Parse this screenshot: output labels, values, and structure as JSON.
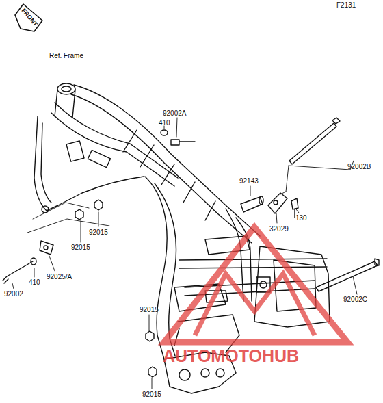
{
  "diagram": {
    "labels": [
      "F2131",
      "FRONT",
      "Ref. Frame",
      "92002A",
      "410",
      "92143",
      "92002B",
      "130",
      "32029",
      "92015",
      "92015",
      "92025/A",
      "92002",
      "410",
      "92002C",
      "92015",
      "92015",
      "AUTOMOTOHUB"
    ]
  }
}
